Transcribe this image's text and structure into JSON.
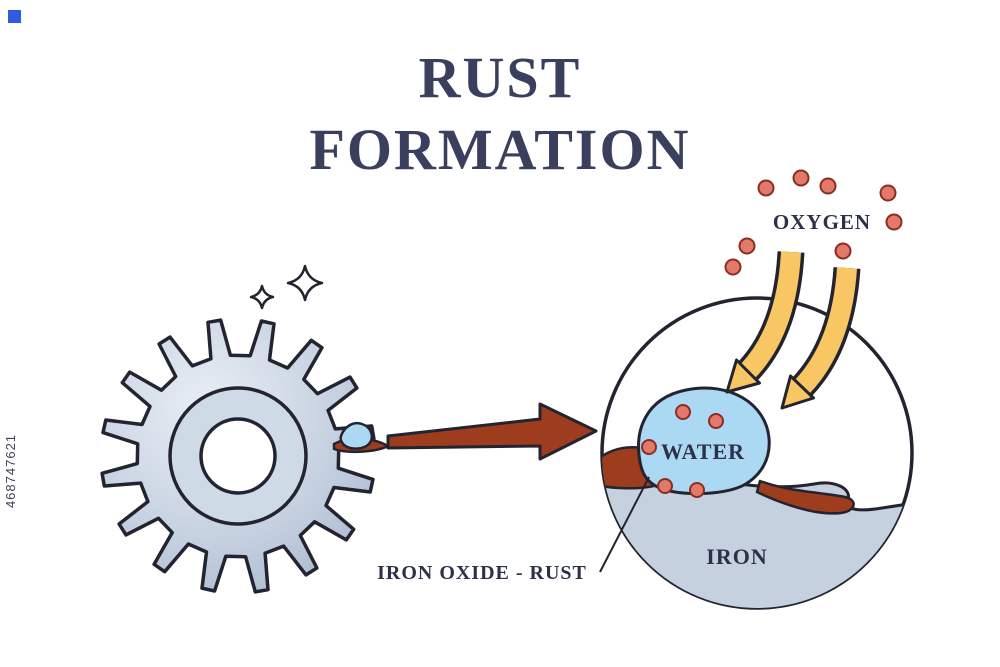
{
  "watermark": {
    "id": "468747621"
  },
  "title": {
    "line1": "RUST",
    "line2": "FORMATION"
  },
  "labels": {
    "oxygen": "OXYGEN",
    "water": "WATER",
    "iron": "IRON",
    "iron_oxide_rust": "IRON OXIDE - RUST"
  },
  "colors": {
    "ink": "#23242f",
    "heading_text": "#3a3f5d",
    "label_text": "#2d3148",
    "rust": "#9e3c1e",
    "water_blue": "#abd8f3",
    "iron_gray": "#c6d1e0",
    "gear_fill": "#c3cfdf",
    "oxygen_dot": "#e2796b",
    "arrow_yellow": "#f8c763",
    "watermark_blue": "#2e5be2"
  }
}
